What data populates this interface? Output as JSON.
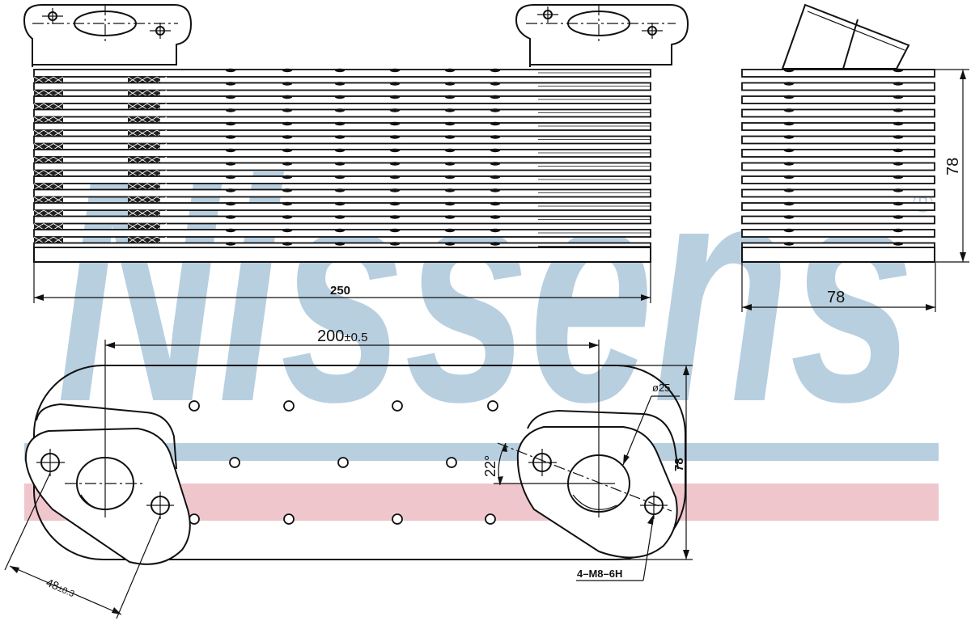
{
  "watermark": {
    "logo_text": "Nissens",
    "registered_mark": "®",
    "color_blue": "#b8cfe0",
    "color_red": "#f0c6cd"
  },
  "dimensions": {
    "front_length": "250",
    "side_height": "78",
    "side_width": "78",
    "port_spacing": "200",
    "port_spacing_tol": "±0.5",
    "port_diameter": "ø25",
    "angle": "22°",
    "base_height": "78",
    "flange_width": "48",
    "flange_width_tol": "±0.3",
    "thread_spec": "4–M8–6H"
  },
  "colors": {
    "line": "#111111",
    "background": "#ffffff"
  }
}
